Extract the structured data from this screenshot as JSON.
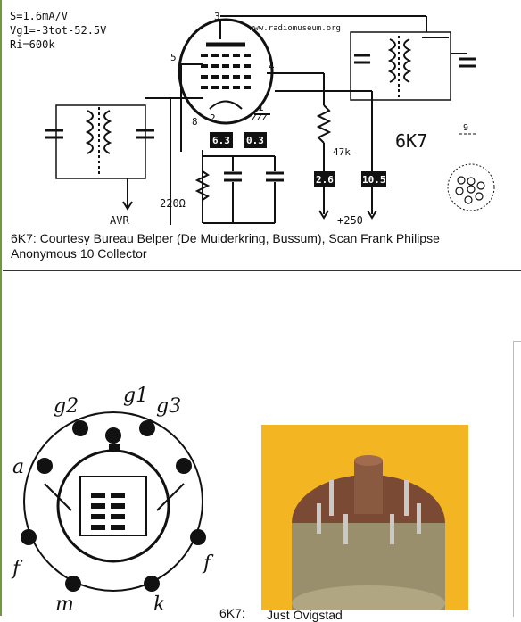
{
  "schematic": {
    "spec_line1": "S=1.6mA/V",
    "spec_line2": "Vg1=-3tot-52.5V",
    "spec_line3": "Ri=600k",
    "watermark": "www.radiomuseum.org",
    "tube_label": "6K7",
    "pin_label_9": "9",
    "pins": {
      "p3": "3",
      "p4": "4",
      "p5": "5",
      "p8": "8",
      "p1": "1",
      "p2": "2"
    },
    "heater_box_1": "6.3",
    "heater_box_2": "0.3",
    "resistor_47k": "47k",
    "box_2_6": "2.6",
    "box_10_5": "10.5",
    "plus_250": "+250",
    "resistor_220": "220Ω",
    "avr_label": "AVR"
  },
  "caption": {
    "line1": "6K7: Courtesy Bureau Belper (De Muiderkring, Bussum), Scan Frank Philipse",
    "line2": "Anonymous 10 Collector"
  },
  "pin_diagram": {
    "g2": "g2",
    "g1": "g1",
    "g3": "g3",
    "a": "a",
    "f_left": "f",
    "f_right": "f",
    "m": "m",
    "k": "k"
  },
  "photo_caption": {
    "prefix": "6K7:",
    "text": "Just Ovigstad"
  },
  "colors": {
    "accent": "#6f9a3a",
    "photo_bg": "#f3b521"
  }
}
